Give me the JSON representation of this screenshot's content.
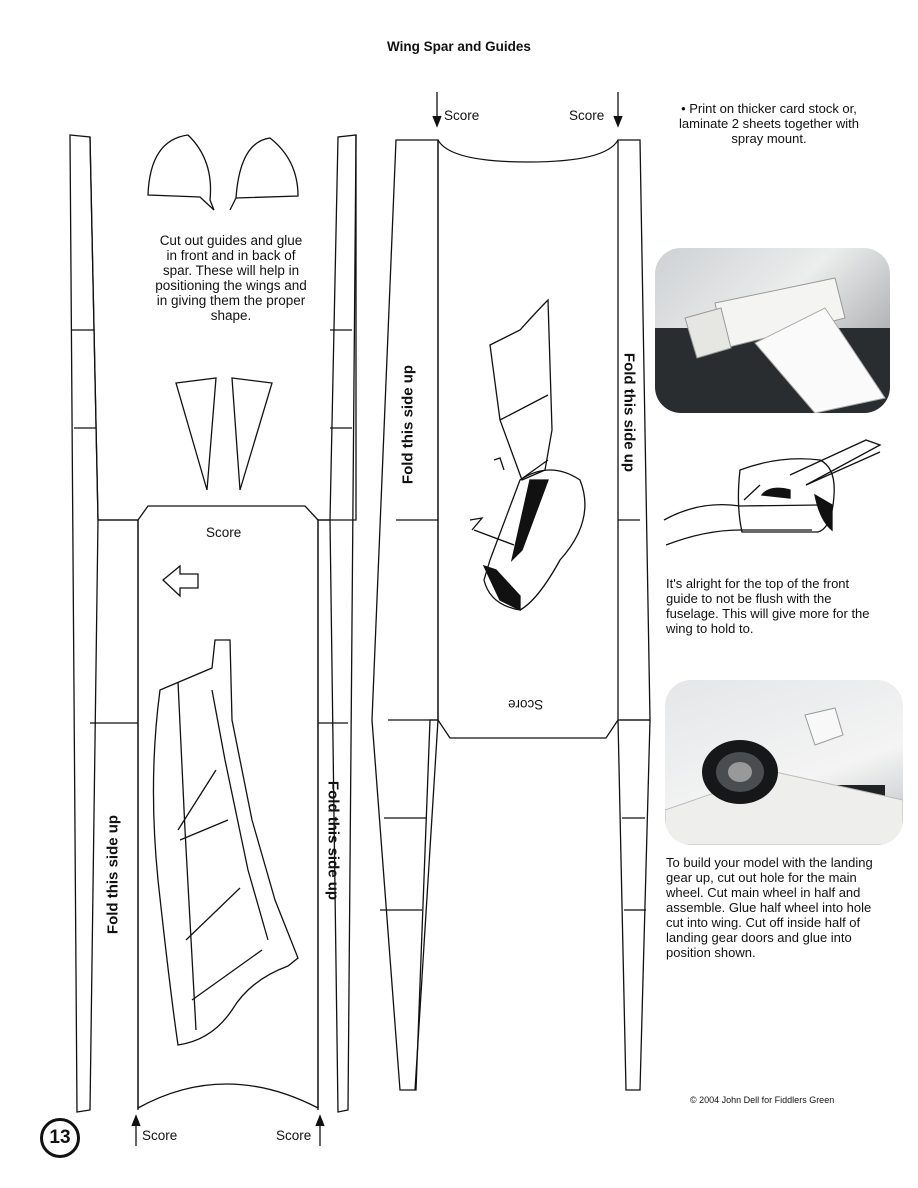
{
  "title": "Wing Spar and Guides",
  "instructions": {
    "guides_note": "Cut out guides and glue in front and in back of spar. These will help in positioning the wings and in giving them the proper shape.",
    "print_note": "• Print on thicker card stock or, laminate 2 sheets together with spray mount.",
    "alignment_note": "It's alright for the top of the front guide to not be flush with the fuselage. This will give more for the wing to hold to.",
    "landing_gear_note": "To build your model with the landing gear up, cut out hole for the main wheel. Cut main wheel in half and assemble. Glue half wheel into hole cut into wing. Cut off inside half of landing gear doors and glue into position shown."
  },
  "labels": {
    "score": "Score",
    "fold": "Fold this side up"
  },
  "page_number": "13",
  "copyright": "© 2004 John Dell for Fiddlers Green"
}
